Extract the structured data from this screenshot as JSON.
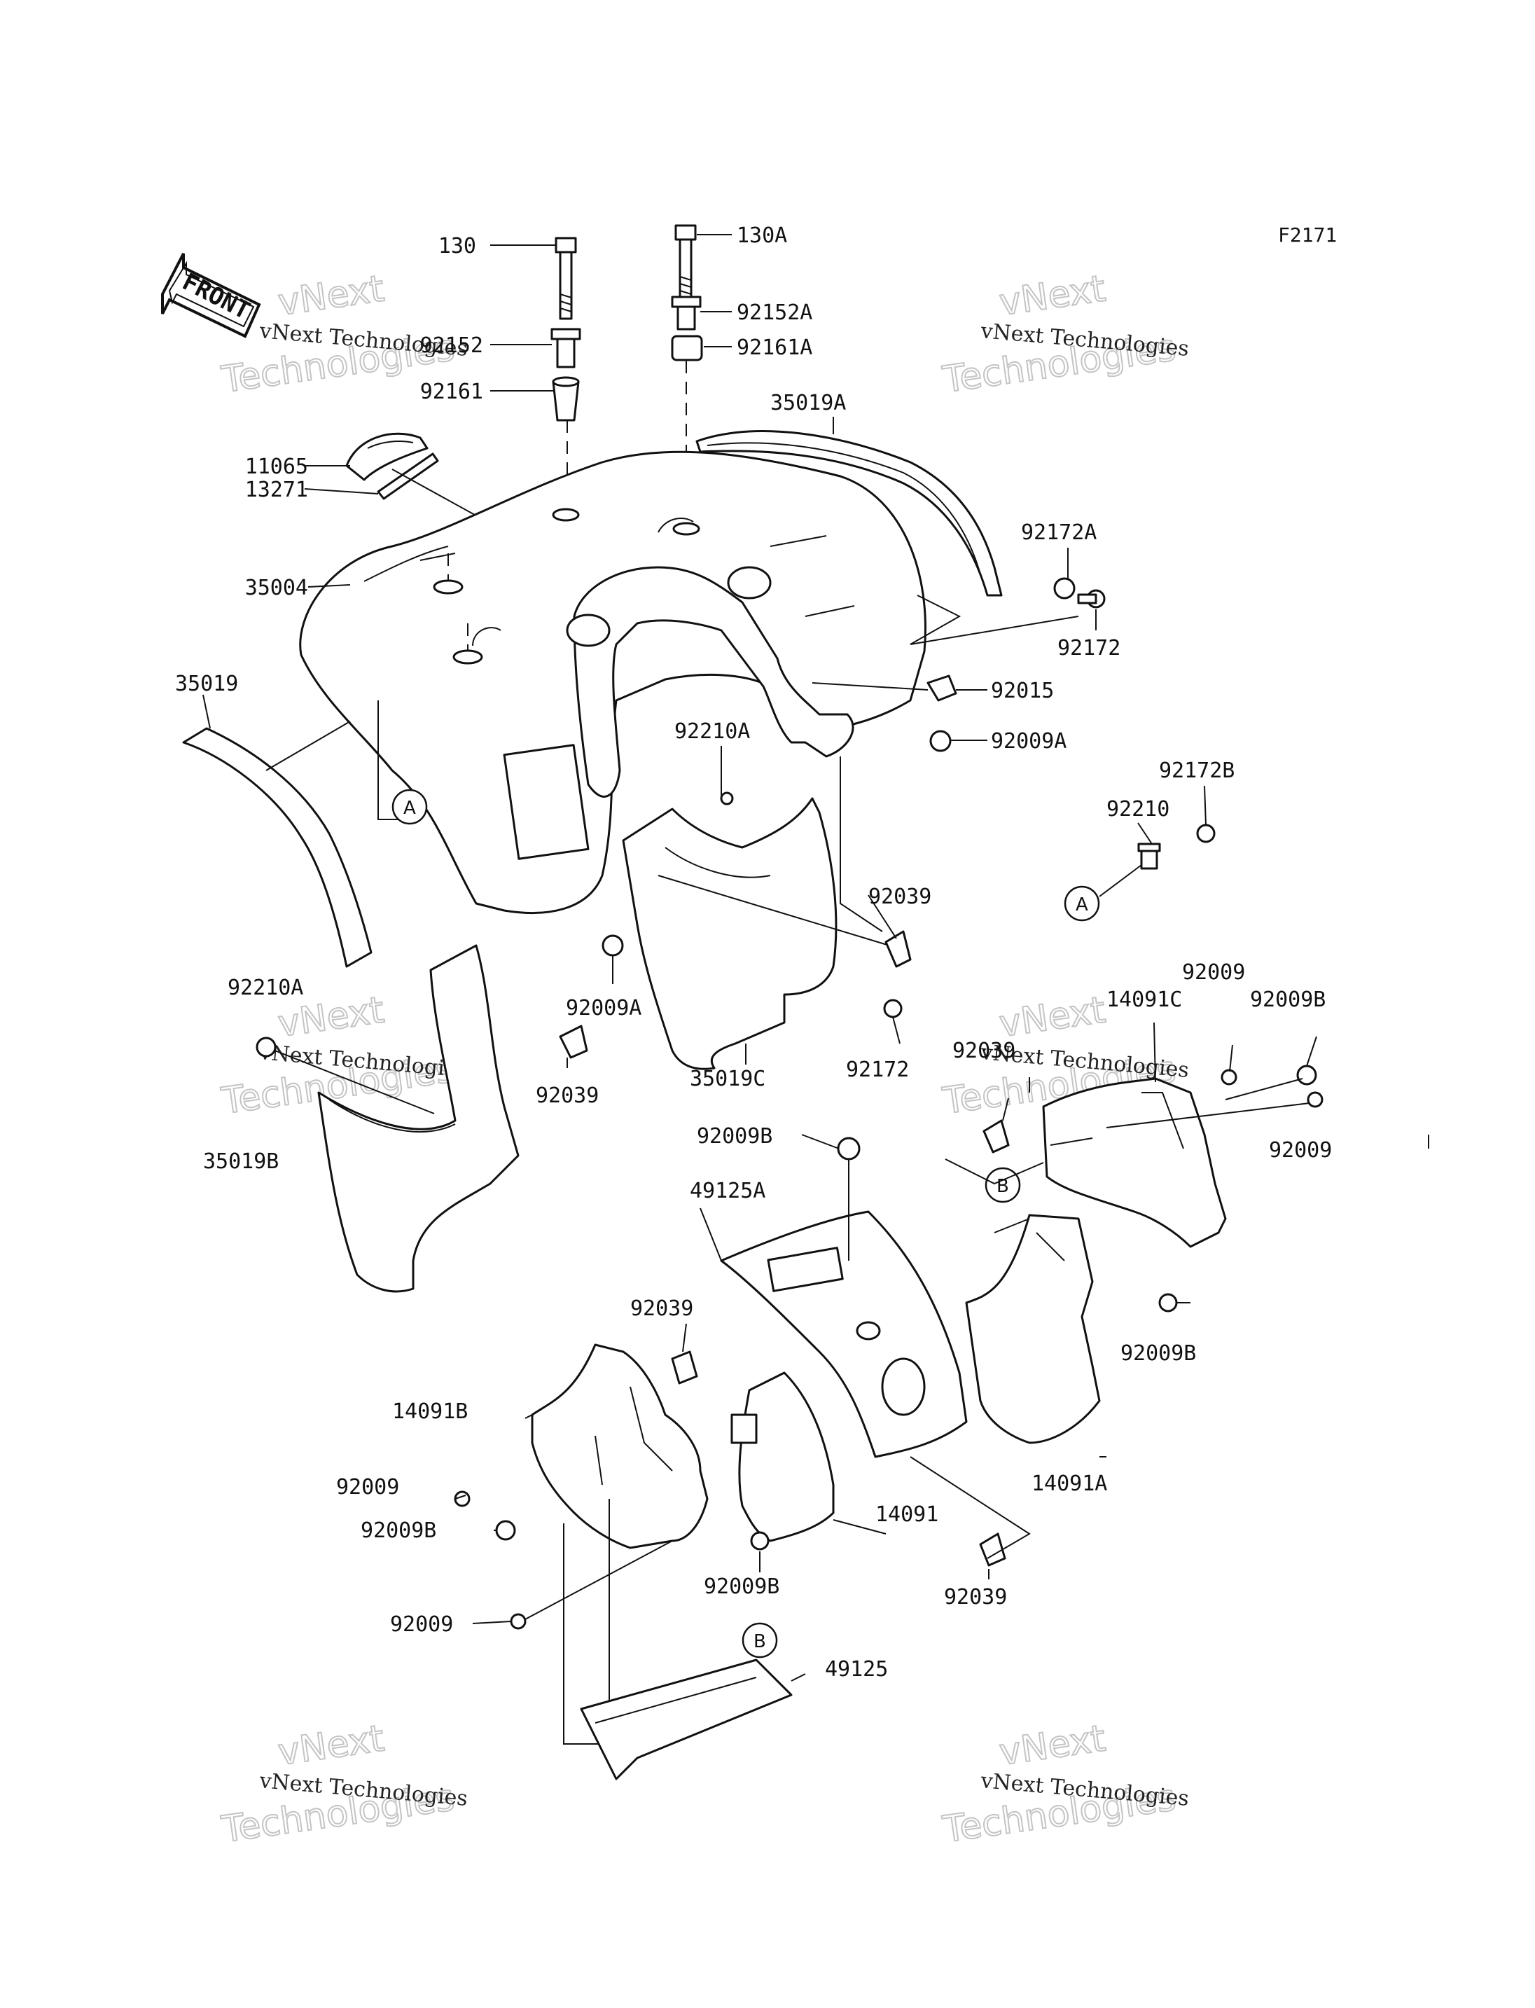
{
  "diagram_code": "F2171",
  "front_label": "FRONT",
  "watermark": {
    "line1": "vNext Technologies",
    "line2a": "vNext",
    "line2b": "Technologies"
  },
  "ref_marks": {
    "a": "A",
    "b": "B"
  },
  "parts": [
    "130",
    "130A",
    "92152A",
    "92152",
    "92161A",
    "92161",
    "35019A",
    "11065",
    "13271",
    "92172A",
    "35004",
    "92172",
    "92015",
    "35019",
    "92210A",
    "92009A",
    "92172B",
    "92210",
    "92039",
    "92009A",
    "92009",
    "92210A",
    "14091C",
    "92009B",
    "92039",
    "92039",
    "35019C",
    "92172",
    "92009",
    "35019B",
    "92009B",
    "49125A",
    "92039",
    "14091B",
    "92009B",
    "92009",
    "92009B",
    "14091",
    "14091A",
    "92009B",
    "92039",
    "92009",
    "49125"
  ]
}
